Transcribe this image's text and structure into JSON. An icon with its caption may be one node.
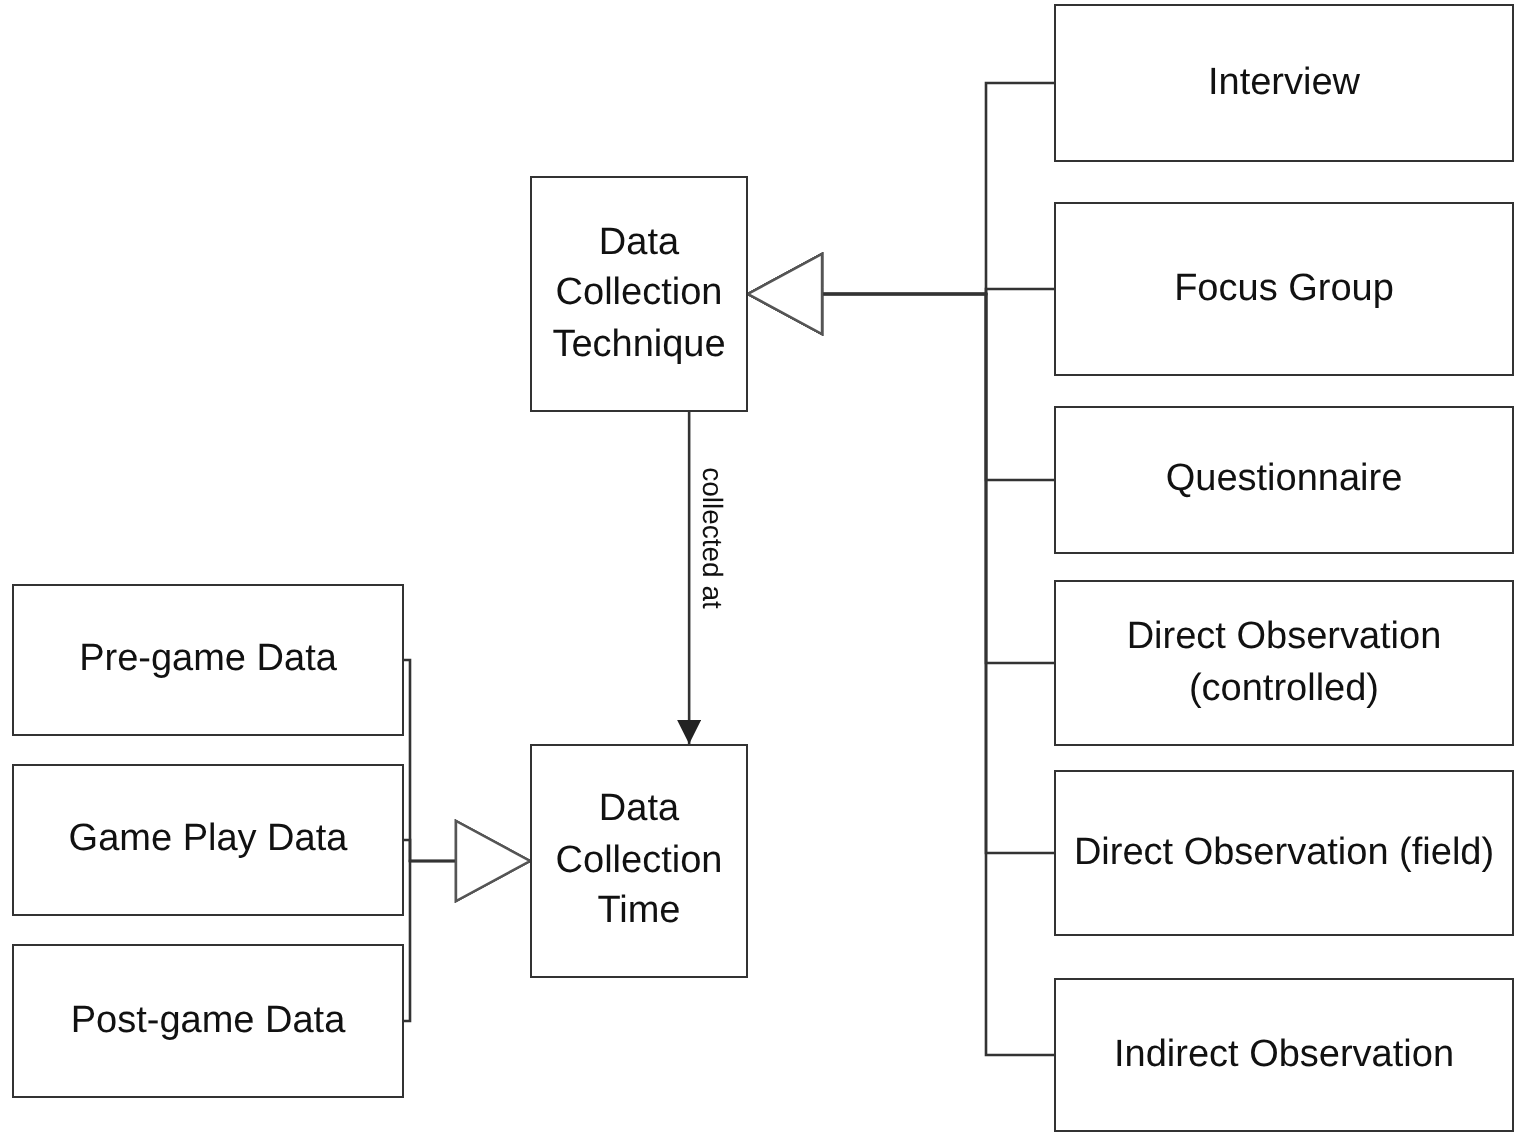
{
  "diagram": {
    "nodes": [
      {
        "text": [
          "Data Collection Technique"
        ]
      },
      {
        "text": [
          "Interview"
        ]
      },
      {
        "text": [
          "Focus Group"
        ]
      },
      {
        "text": [
          "Questionnaire"
        ]
      },
      {
        "text": [
          "Direct Observation (controlled)"
        ]
      },
      {
        "text": [
          "Direct Observation (field)"
        ]
      },
      {
        "text": [
          "Indirect Observation"
        ]
      },
      {
        "text": [
          "Pre-game Data"
        ]
      },
      {
        "text": [
          "Game Play Data"
        ]
      },
      {
        "text": [
          "Post-game Data"
        ]
      },
      {
        "text": [
          "Data Collection Time"
        ]
      }
    ],
    "edges": [
      {
        "from": 1,
        "to": 0,
        "arrow": "to"
      },
      {
        "from": 2,
        "to": 0,
        "arrow": "to"
      },
      {
        "from": 3,
        "to": 0,
        "arrow": "to"
      },
      {
        "from": 4,
        "to": 0,
        "arrow": "to"
      },
      {
        "from": 5,
        "to": 0,
        "arrow": "to"
      },
      {
        "from": 6,
        "to": 0,
        "arrow": "to"
      },
      {
        "from": 7,
        "to": 10,
        "arrow": "to"
      },
      {
        "from": 8,
        "to": 10,
        "arrow": "to"
      },
      {
        "from": 9,
        "to": 10,
        "arrow": "to"
      },
      {
        "from": 0,
        "to": 10,
        "arrow": "to",
        "label": "collected at"
      }
    ]
  }
}
